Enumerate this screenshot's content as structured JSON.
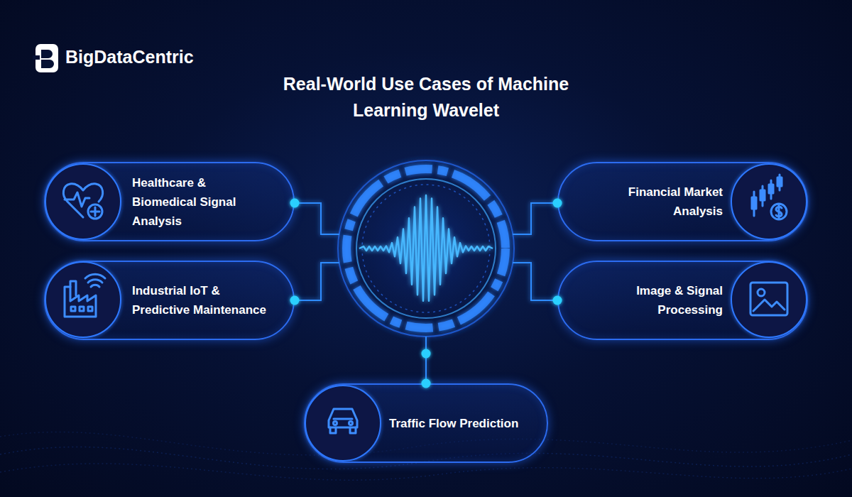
{
  "diagram": {
    "title": "Real-World Use Cases of Machine Learning Wavelet",
    "nodes": [
      {
        "text": [
          "Healthcare & Biomedical Signal Analysis"
        ]
      },
      {
        "text": [
          "Financial Market Analysis"
        ]
      },
      {
        "text": [
          "Industrial IoT & Predictive Maintenance"
        ]
      },
      {
        "text": [
          "Image & Signal Processing"
        ]
      },
      {
        "text": [
          "Traffic Flow Prediction"
        ]
      }
    ],
    "labels": [
      "BigDataCentric"
    ]
  }
}
